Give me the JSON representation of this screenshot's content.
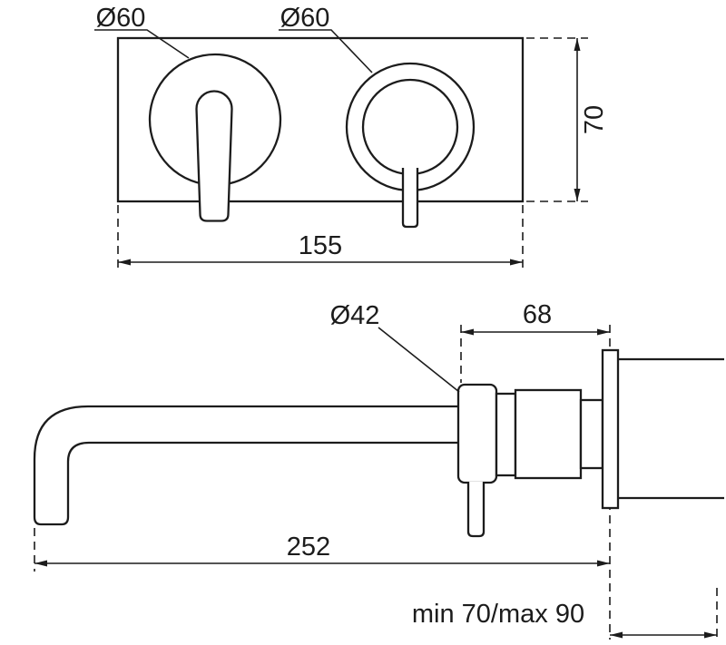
{
  "drawing": {
    "background": "#ffffff",
    "line_color": "#1c1c1c"
  },
  "top_view": {
    "handle_diameter_label": "Ø60",
    "spout_diameter_label": "Ø60",
    "plate_height_label": "70",
    "plate_width_label": "155"
  },
  "side_view": {
    "body_diameter_label": "Ø42",
    "body_depth_label": "68",
    "spout_reach_label": "252",
    "wall_thickness_label": "min 70/max 90"
  }
}
